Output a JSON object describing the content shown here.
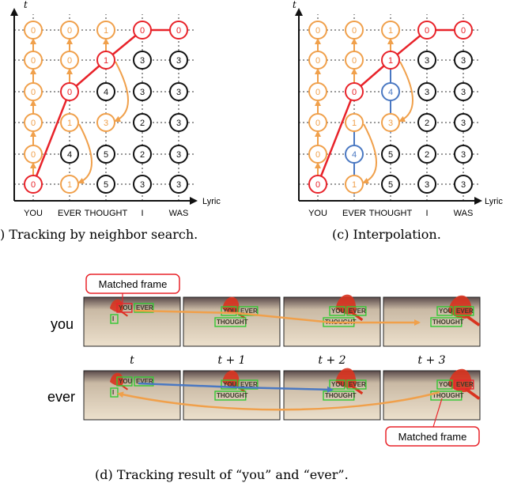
{
  "panel_b": {
    "caption": ") Tracking by neighbor search.",
    "axis_y": "t",
    "axis_x": "Lyric",
    "words": [
      "YOU",
      "EVER",
      "THOUGHT",
      "I",
      "WAS"
    ],
    "grid": [
      [
        {
          "v": "0",
          "c": "red"
        },
        {
          "v": "0",
          "c": "orange"
        },
        {
          "v": "0",
          "c": "orange"
        },
        {
          "v": "0",
          "c": "orange"
        },
        {
          "v": "0",
          "c": "orange"
        },
        {
          "v": "0",
          "c": "orange"
        }
      ],
      [
        {
          "v": "1",
          "c": "orange"
        },
        {
          "v": "4",
          "c": "black"
        },
        {
          "v": "1",
          "c": "orange"
        },
        {
          "v": "0",
          "c": "red"
        },
        {
          "v": "0",
          "c": "orange"
        },
        {
          "v": "0",
          "c": "orange"
        }
      ],
      [
        {
          "v": "5",
          "c": "black"
        },
        {
          "v": "5",
          "c": "black"
        },
        {
          "v": "3",
          "c": "orange"
        },
        {
          "v": "4",
          "c": "black"
        },
        {
          "v": "1",
          "c": "red"
        },
        {
          "v": "1",
          "c": "orange"
        }
      ],
      [
        {
          "v": "3",
          "c": "black"
        },
        {
          "v": "2",
          "c": "black"
        },
        {
          "v": "2",
          "c": "black"
        },
        {
          "v": "3",
          "c": "black"
        },
        {
          "v": "3",
          "c": "black"
        },
        {
          "v": "0",
          "c": "red"
        }
      ],
      [
        {
          "v": "3",
          "c": "black"
        },
        {
          "v": "3",
          "c": "black"
        },
        {
          "v": "3",
          "c": "black"
        },
        {
          "v": "3",
          "c": "black"
        },
        {
          "v": "3",
          "c": "black"
        },
        {
          "v": "0",
          "c": "red"
        }
      ]
    ]
  },
  "panel_c": {
    "caption": "(c) Interpolation.",
    "axis_y": "t",
    "axis_x": "Lyric",
    "words": [
      "YOU",
      "EVER",
      "THOUGHT",
      "I",
      "WAS"
    ],
    "grid": [
      [
        {
          "v": "0",
          "c": "red"
        },
        {
          "v": "0",
          "c": "orange"
        },
        {
          "v": "0",
          "c": "orange"
        },
        {
          "v": "0",
          "c": "orange"
        },
        {
          "v": "0",
          "c": "orange"
        },
        {
          "v": "0",
          "c": "orange"
        }
      ],
      [
        {
          "v": "1",
          "c": "orange"
        },
        {
          "v": "4",
          "c": "blue"
        },
        {
          "v": "1",
          "c": "orange"
        },
        {
          "v": "0",
          "c": "red"
        },
        {
          "v": "0",
          "c": "orange"
        },
        {
          "v": "0",
          "c": "orange"
        }
      ],
      [
        {
          "v": "5",
          "c": "black"
        },
        {
          "v": "5",
          "c": "black"
        },
        {
          "v": "3",
          "c": "orange"
        },
        {
          "v": "4",
          "c": "blue"
        },
        {
          "v": "1",
          "c": "red"
        },
        {
          "v": "1",
          "c": "orange"
        }
      ],
      [
        {
          "v": "3",
          "c": "black"
        },
        {
          "v": "2",
          "c": "black"
        },
        {
          "v": "2",
          "c": "black"
        },
        {
          "v": "3",
          "c": "black"
        },
        {
          "v": "3",
          "c": "black"
        },
        {
          "v": "0",
          "c": "red"
        }
      ],
      [
        {
          "v": "3",
          "c": "black"
        },
        {
          "v": "3",
          "c": "black"
        },
        {
          "v": "3",
          "c": "black"
        },
        {
          "v": "3",
          "c": "black"
        },
        {
          "v": "3",
          "c": "black"
        },
        {
          "v": "0",
          "c": "red"
        }
      ]
    ]
  },
  "panel_d": {
    "caption": "(d) Tracking result of “you” and “ever”.",
    "row_labels": [
      "you",
      "ever"
    ],
    "time_labels": [
      "t",
      "t + 1",
      "t + 2",
      "t + 3"
    ],
    "callout_top": "Matched frame",
    "callout_bottom": "Matched frame",
    "frame_text": {
      "you": "YOU",
      "ever": "EVER",
      "thought": "THOUGHT",
      "i": "I"
    }
  },
  "colors": {
    "red": "#e8232a",
    "orange": "#f0a04b",
    "blue": "#4a78c2",
    "black": "#111111",
    "green": "#32c832"
  }
}
